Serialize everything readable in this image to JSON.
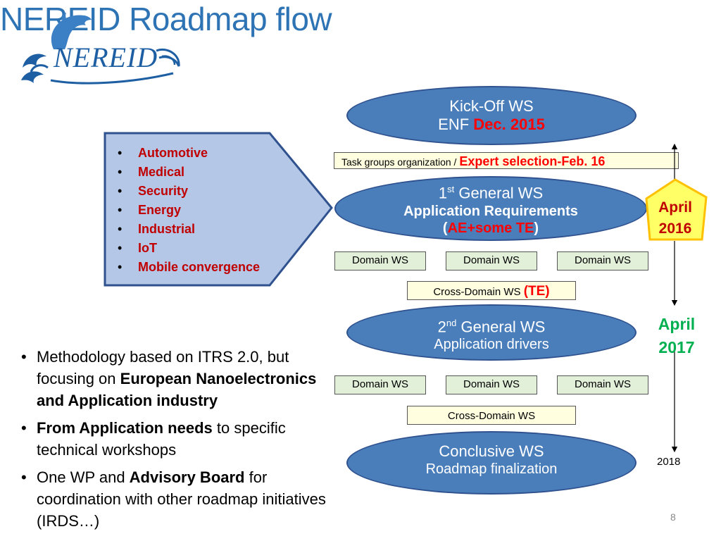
{
  "title": "NEREID Roadmap flow",
  "logo_text": "NEREID",
  "domains": [
    "Automotive",
    "Medical",
    "Security",
    "Energy",
    "Industrial",
    "IoT",
    "Mobile convergence"
  ],
  "kickoff": {
    "line1": "Kick-Off WS",
    "line2_prefix": "ENF ",
    "line2_date": "Dec. 2015"
  },
  "task_groups": {
    "text": "Task groups organization / ",
    "highlight": "Expert selection-Feb. 16"
  },
  "general1": {
    "num": "1",
    "sup": "st",
    "title": " General WS",
    "sub1": "Application Requirements",
    "sub2_open": "(",
    "sub2_red": "AE+some TE",
    "sub2_close": ")"
  },
  "domain_ws_label": "Domain WS",
  "cross_domain_1": {
    "text": "Cross-Domain WS ",
    "red": "(TE)"
  },
  "general2": {
    "num": "2",
    "sup": "nd",
    "title": " General WS",
    "sub": "Application drivers"
  },
  "cross_domain_2": {
    "text": "Cross-Domain WS"
  },
  "conclusive": {
    "line1": "Conclusive WS",
    "line2": "Roadmap finalization"
  },
  "timeline": {
    "april2016_l1": "April",
    "april2016_l2": "2016",
    "april2017_l1": "April",
    "april2017_l2": "2017",
    "y2018": "2018"
  },
  "bullets": {
    "b1_prefix": "Methodology based on ITRS 2.0, but focusing on ",
    "b1_bold": "European Nanoelectronics and Application industry",
    "b2_bold": "From Application needs",
    "b2_suffix": " to specific technical workshops",
    "b3_prefix": "One WP and ",
    "b3_bold": "Advisory Board",
    "b3_suffix": " for coordination with other roadmap initiatives (IRDS…)"
  },
  "page_number": "8",
  "colors": {
    "title": "#2E74B5",
    "ellipse": "#4A7EBB",
    "domain_text": "#C00000",
    "red": "#FF0000",
    "green": "#00B050",
    "pentagon_arrow": "#B4C7E7",
    "domain_box": "#E2F0D9",
    "cross_box": "#FFFFE0",
    "star": "#FFFF66"
  }
}
